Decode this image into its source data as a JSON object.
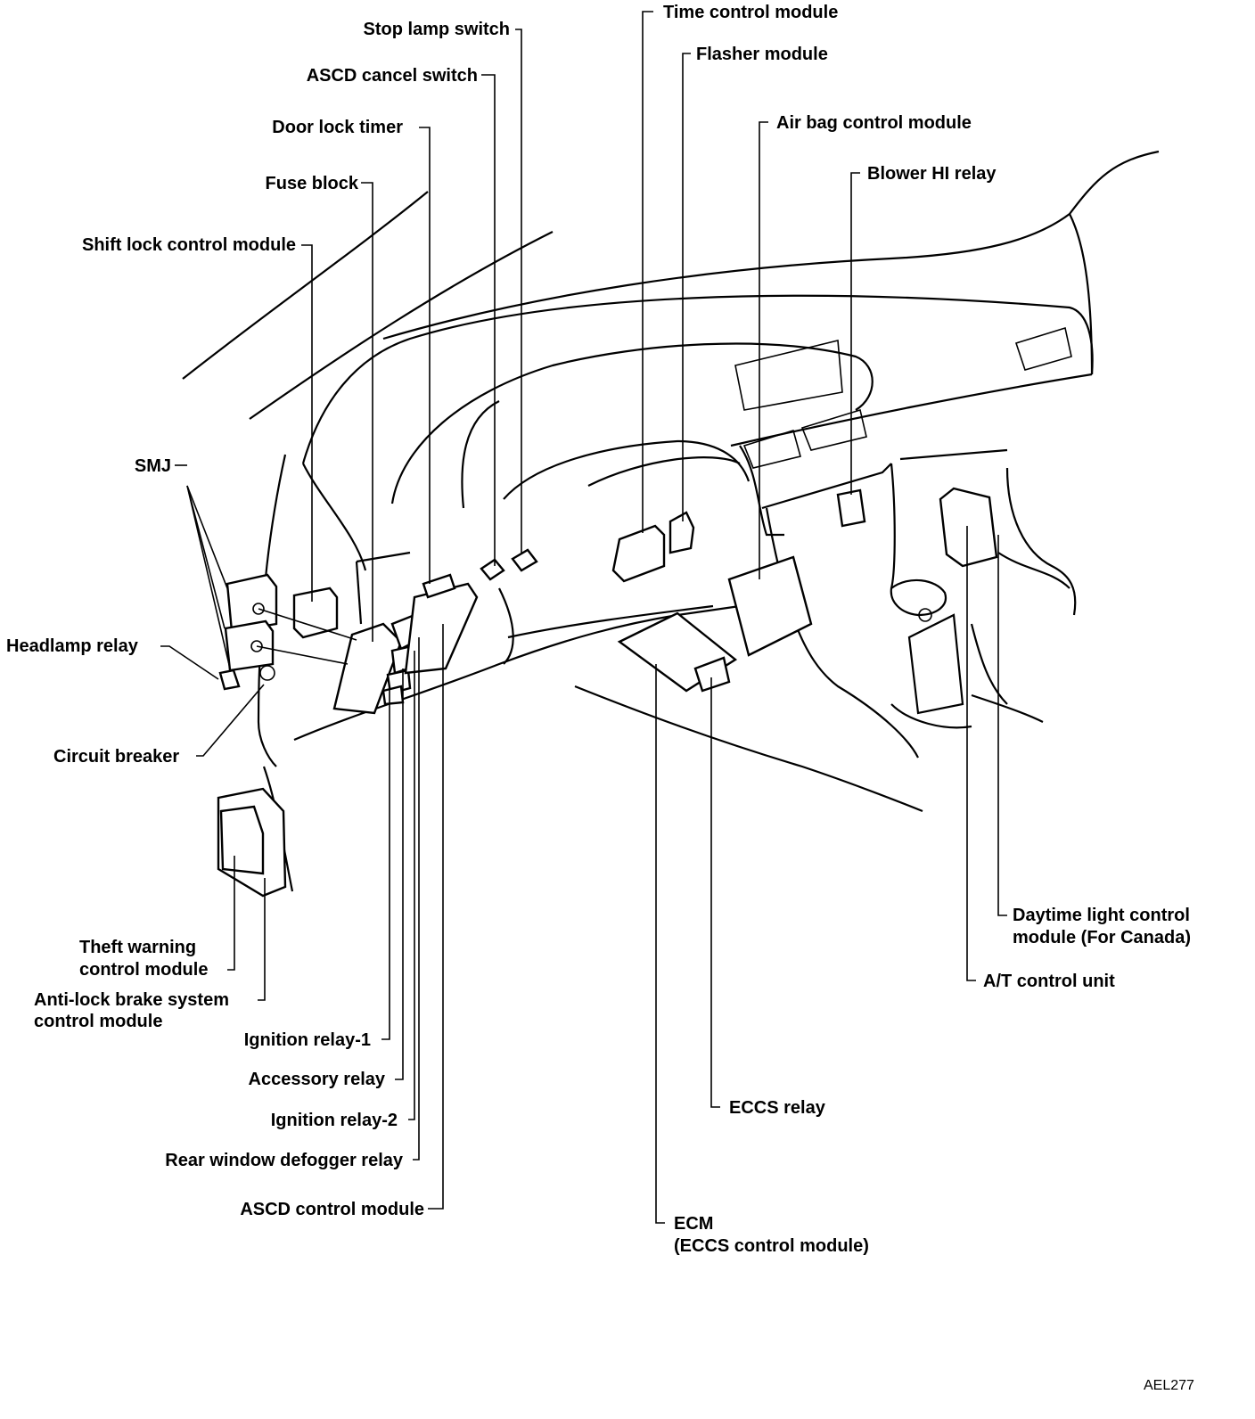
{
  "diagram": {
    "code": "AEL277",
    "labels": {
      "stop_lamp_switch": "Stop lamp switch",
      "ascd_cancel_switch": "ASCD cancel switch",
      "door_lock_timer": "Door lock timer",
      "fuse_block": "Fuse block",
      "shift_lock_control_module": "Shift lock control module",
      "smj": "SMJ",
      "headlamp_relay": "Headlamp relay",
      "circuit_breaker": "Circuit breaker",
      "theft_warning_1": "Theft warning",
      "theft_warning_2": "control module",
      "abs_1": "Anti-lock brake system",
      "abs_2": "control module",
      "ignition_relay_1": "Ignition relay-1",
      "accessory_relay": "Accessory relay",
      "ignition_relay_2": "Ignition relay-2",
      "rear_window_defogger_relay": "Rear window defogger relay",
      "ascd_control_module": "ASCD control module",
      "time_control_module": "Time control module",
      "flasher_module": "Flasher module",
      "air_bag_control_module": "Air bag control module",
      "blower_hi_relay": "Blower HI relay",
      "daytime_light_1": "Daytime light control",
      "daytime_light_2": "module  (For Canada)",
      "at_control_unit": "A/T control unit",
      "eccs_relay": "ECCS relay",
      "ecm_1": "ECM",
      "ecm_2": "(ECCS control module)"
    }
  }
}
